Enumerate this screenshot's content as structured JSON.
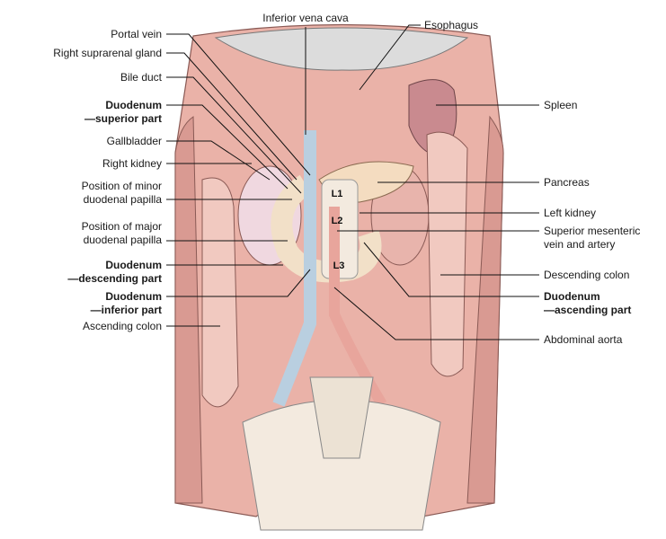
{
  "title": "Duodenum and surrounding abdominal structures",
  "colors": {
    "muscle": "#eab2a8",
    "muscle_dark": "#d98f86",
    "bone": "#f3eadf",
    "vein": "#b9cfe0",
    "grey": "#d8d8d8",
    "organ": "#f2dcc8",
    "spleen": "#c98a8f"
  },
  "labels_left": [
    {
      "lines": [
        "Portal vein"
      ],
      "bold": false
    },
    {
      "lines": [
        "Right suprarenal gland"
      ],
      "bold": false
    },
    {
      "lines": [
        "Bile duct"
      ],
      "bold": false
    },
    {
      "lines": [
        "Duodenum",
        "—superior part"
      ],
      "bold": true
    },
    {
      "lines": [
        "Gallbladder"
      ],
      "bold": false
    },
    {
      "lines": [
        "Right kidney"
      ],
      "bold": false
    },
    {
      "lines": [
        "Position of minor",
        "duodenal papilla"
      ],
      "bold": false
    },
    {
      "lines": [
        "Position of major",
        "duodenal papilla"
      ],
      "bold": false
    },
    {
      "lines": [
        "Duodenum",
        "—descending part"
      ],
      "bold": true
    },
    {
      "lines": [
        "Duodenum",
        "—inferior part"
      ],
      "bold": true
    },
    {
      "lines": [
        "Ascending colon"
      ],
      "bold": false
    }
  ],
  "labels_top": [
    {
      "lines": [
        "Inferior vena cava"
      ],
      "bold": false
    },
    {
      "lines": [
        "Esophagus"
      ],
      "bold": false
    }
  ],
  "labels_right": [
    {
      "lines": [
        "Spleen"
      ],
      "bold": false
    },
    {
      "lines": [
        "Pancreas"
      ],
      "bold": false
    },
    {
      "lines": [
        "Left kidney"
      ],
      "bold": false
    },
    {
      "lines": [
        "Superior mesenteric",
        "vein and artery"
      ],
      "bold": false
    },
    {
      "lines": [
        "Descending colon"
      ],
      "bold": false
    },
    {
      "lines": [
        "Duodenum",
        "—ascending part"
      ],
      "bold": true
    },
    {
      "lines": [
        "Abdominal aorta"
      ],
      "bold": false
    }
  ],
  "vertebrae": [
    "L1",
    "L2",
    "L3"
  ]
}
